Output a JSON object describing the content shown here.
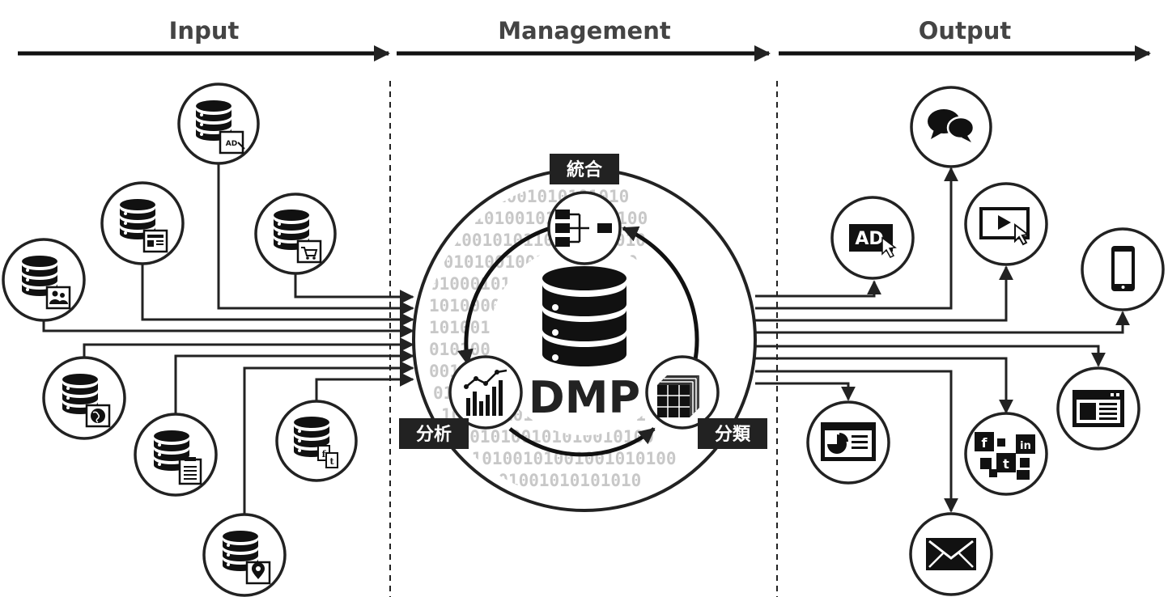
{
  "headers": {
    "input": "Input",
    "management": "Management",
    "output": "Output"
  },
  "center": {
    "title": "DMP",
    "integrate_label": "統合",
    "analyze_label": "分析",
    "classify_label": "分類",
    "binary_rows": [
      "0101001010101010",
      "1010100101010000100",
      "01001010110100100010",
      "00101001001010100000",
      "01000101010010101001",
      "10100000101010101010",
      "1010010101010010100",
      "0101000101010010010",
      "00101001010101001010",
      "01001010101010100001",
      "10100010100100010101",
      "01010100101010010100",
      "010100101001001010100"
    ]
  },
  "input_icons": [
    {
      "name": "db-ad-icon",
      "badge": "AD"
    },
    {
      "name": "db-web-icon"
    },
    {
      "name": "db-cart-icon"
    },
    {
      "name": "db-users-icon"
    },
    {
      "name": "db-globe-icon"
    },
    {
      "name": "db-document-icon"
    },
    {
      "name": "db-social-icon",
      "badge_f": "f",
      "badge_t": "t"
    },
    {
      "name": "db-location-icon"
    }
  ],
  "output_icons": [
    {
      "name": "chat-icon"
    },
    {
      "name": "ad-click-icon",
      "badge": "AD"
    },
    {
      "name": "video-icon"
    },
    {
      "name": "smartphone-icon"
    },
    {
      "name": "browser-icon"
    },
    {
      "name": "presentation-icon"
    },
    {
      "name": "social-icon",
      "letters": [
        "f",
        "in",
        "t"
      ]
    },
    {
      "name": "mail-icon"
    }
  ],
  "colors": {
    "stroke": "#222222",
    "label_bg": "#222222",
    "header_text": "#444444",
    "binary_text": "#c8c8c8"
  }
}
